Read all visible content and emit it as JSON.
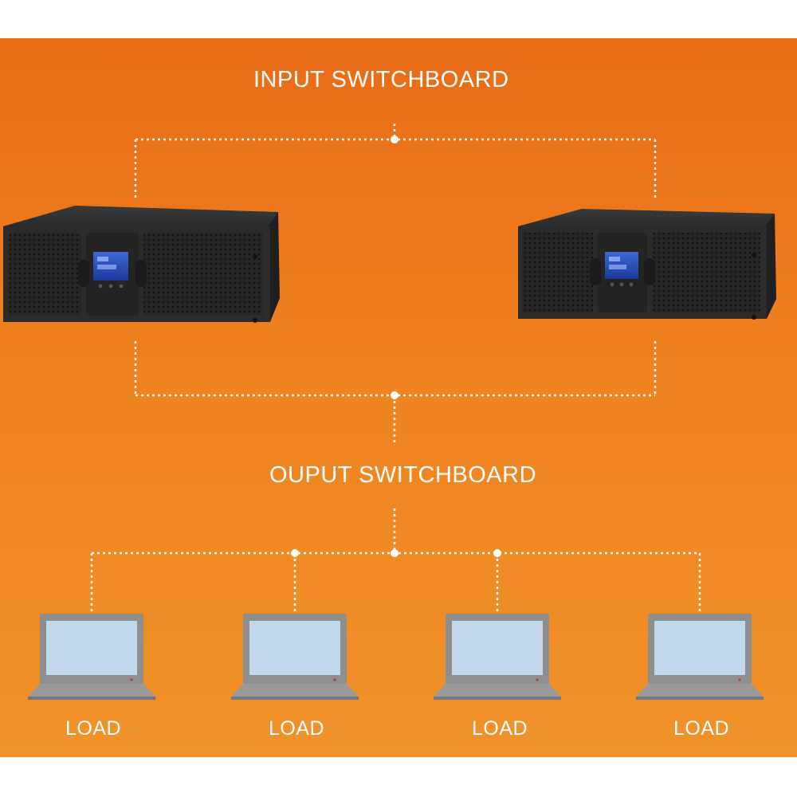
{
  "diagram": {
    "input_switchboard": "INPUT SWITCHBOARD",
    "output_switchboard": "OUPUT SWITCHBOARD",
    "loads": [
      {
        "label": "LOAD"
      },
      {
        "label": "LOAD"
      },
      {
        "label": "LOAD"
      },
      {
        "label": "LOAD"
      }
    ],
    "ups_units": [
      {
        "icon": "ups-unit-icon"
      },
      {
        "icon": "ups-unit-icon"
      }
    ],
    "colors": {
      "background_top": "#e96b16",
      "background_bottom": "#f1922a",
      "connector": "#ffffff",
      "ups_body": "#2d2d2d",
      "laptop_body": "#8f8f8f",
      "laptop_screen": "#c3d7ea"
    }
  }
}
